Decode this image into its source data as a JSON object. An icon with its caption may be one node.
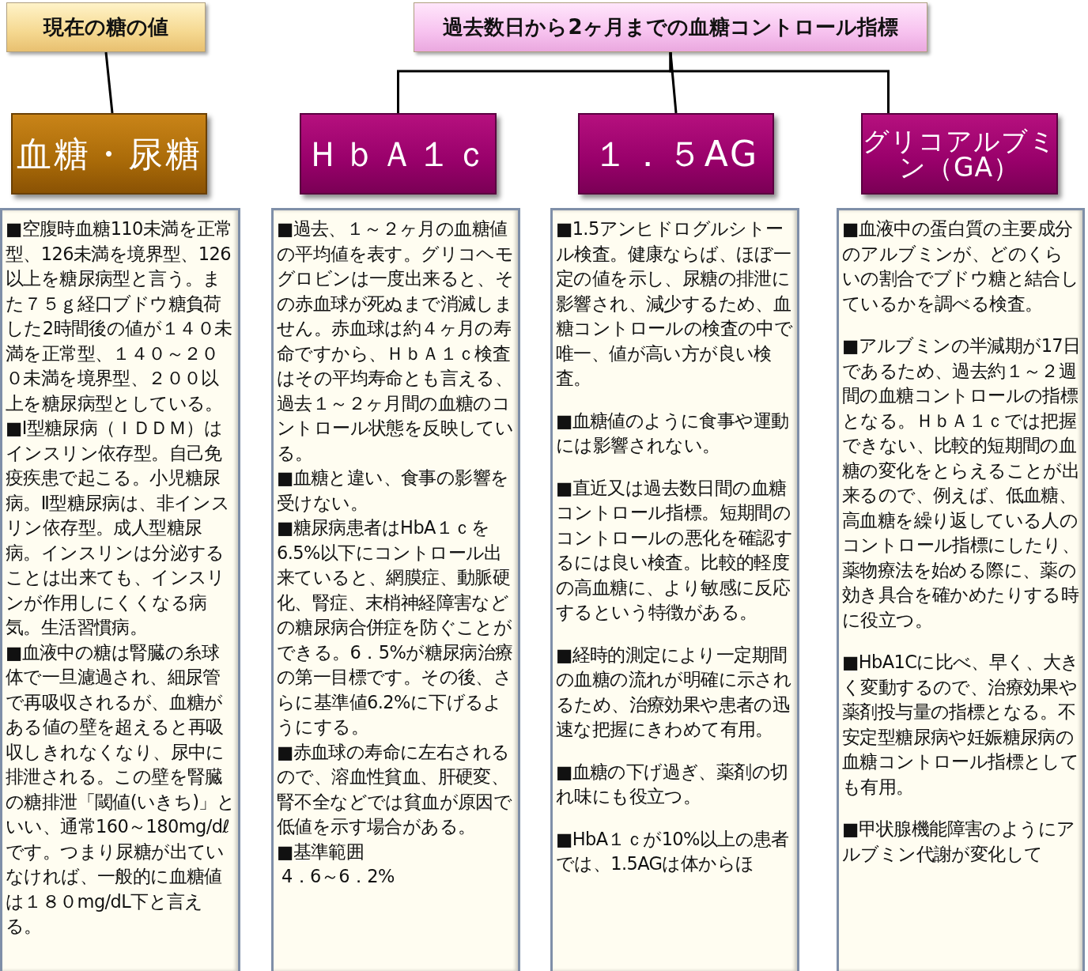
{
  "diagram": {
    "nodes": [
      {
        "text": [
          "現在の糖の値"
        ]
      },
      {
        "text": [
          "過去数日から2ヶ月までの血糖コントロール指標"
        ]
      },
      {
        "text": [
          "血糖・尿糖"
        ]
      },
      {
        "text": [
          "ＨｂＡ１ｃ"
        ]
      },
      {
        "text": [
          "１．５AG"
        ]
      },
      {
        "text": [
          "グリコアルブミン（GA）"
        ]
      },
      {
        "text": [
          "■空腹時血糖110未満を正常型、126未満を境界型、126以上を糖尿病型と言う。また７５ｇ経口ブドウ糖負荷した2時間後の値が１４０未満を正常型、１４０～２００未満を境界型、２００以上を糖尿病型としている。",
          "■Ⅰ型糖尿病（ＩＤＤＭ）はインスリン依存型。自己免疫疾患で起こる。小児糖尿病。Ⅱ型糖尿病は、非インスリン依存型。成人型糖尿病。インスリンは分泌することは出来ても、インスリンが作用しにくくなる病気。生活習慣病。",
          "■血液中の糖は腎臓の糸球体で一旦濾過され、細尿管で再吸収されるが、血糖がある値の壁を超えると再吸収しきれなくなり、尿中に排泄される。この壁を腎臓の糖排泄「閾値(いきち)」といい、通常160～180mg/dℓです。つまり尿糖が出ていなければ、一般的に血糖値は１８０mg/dL下と言える。"
        ]
      },
      {
        "text": [
          "■過去、１～２ヶ月の血糖値の平均値を表す。グリコヘモグロビンは一度出来ると、その赤血球が死ぬまで消滅しません。赤血球は約４ヶ月の寿命ですから、ＨｂＡ１ｃ検査はその平均寿命とも言える、過去１～２ヶ月間の血糖のコントロール状態を反映している。",
          "■血糖と違い、食事の影響を受けない。",
          "■糖尿病患者はHbA１ｃを6.5%以下にコントロール出来ていると、網膜症、動脈硬化、腎症、末梢神経障害などの糖尿病合併症を防ぐことができる。6．5%が糖尿病治療の第一目標です。その後、さらに基準値6.2%に下げるようにする。",
          "■赤血球の寿命に左右されるので、溶血性貧血、肝硬変、腎不全などでは貧血が原因で低値を示す場合がある。",
          "■基準範囲",
          "4．6～6．2%"
        ]
      },
      {
        "text": [
          "■1.5アンヒドログルシトール検査。健康ならば、ほぼ一定の値を示し、尿糖の排泄に影響され、減少するため、血糖コントロールの検査の中で唯一、値が高い方が良い検査。",
          "■血糖値のように食事や運動には影響されない。",
          "■直近又は過去数日間の血糖コントロール指標。短期間のコントロールの悪化を確認するには良い検査。比較的軽度の高血糖に、より敏感に反応するという特徴がある。",
          "■経時的測定により一定期間の血糖の流れが明確に示されるため、治療効果や患者の迅速な把握にきわめて有用。",
          "■血糖の下げ過ぎ、薬剤の切れ味にも役立つ。",
          "■HbA１ｃが10%以上の患者では、1.5AGは体からほ"
        ]
      },
      {
        "text": [
          "■血液中の蛋白質の主要成分のアルブミンが、どのくらいの割合でブドウ糖と結合しているかを調べる検査。",
          "■アルブミンの半減期が17日であるため、過去約１～２週間の血糖コントロールの指標となる。ＨｂＡ１ｃでは把握できない、比較的短期間の血糖の変化をとらえることが出来るので、例えば、低血糖、高血糖を繰り返している人のコントロール指標にしたり、薬物療法を始める際に、薬の効き具合を確かめたりする時に役立つ。",
          "■HbA1Cに比べ、早く、大きく変動するので、治療効果や薬剤投与量の指標となる。不安定型糖尿病や妊娠糖尿病の血糖コントロール指標としても有用。",
          "■甲状腺機能障害のようにアルブミン代謝が変化して"
        ]
      }
    ],
    "edges": [
      {
        "from": 0,
        "to": 2,
        "arrow": "none"
      },
      {
        "from": 1,
        "to": 3,
        "arrow": "none"
      },
      {
        "from": 1,
        "to": 4,
        "arrow": "none"
      },
      {
        "from": 1,
        "to": 5,
        "arrow": "none"
      }
    ]
  }
}
